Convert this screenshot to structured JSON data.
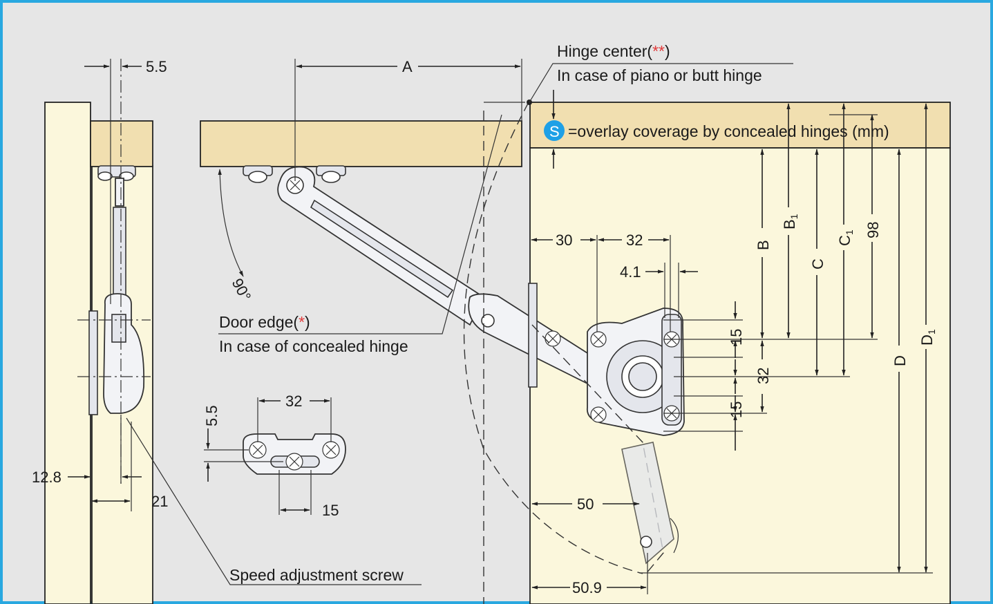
{
  "labels": {
    "hinge_center": "Hinge center(",
    "hinge_center_mark": "**",
    "hinge_center_close": ")",
    "piano_hinge": "In case of piano or butt hinge",
    "door_edge": "Door edge(",
    "door_edge_mark": "*",
    "door_edge_close": ")",
    "concealed_hinge": "In case of concealed hinge",
    "speed_screw": "Speed adjustment screw",
    "s_badge": "S",
    "s_note": "=overlay coverage by concealed hinges (mm)",
    "angle": "90°"
  },
  "dimensions": {
    "d_5_5_top": "5.5",
    "d_A": "A",
    "d_30": "30",
    "d_32_top": "32",
    "d_4_1": "4.1",
    "d_15_upper": "15",
    "d_32_vert": "32",
    "d_15_lower": "15",
    "d_B": "B",
    "d_B1": "B",
    "d_B1_sub": "1",
    "d_C": "C",
    "d_C1": "C",
    "d_C1_sub": "1",
    "d_98": "98",
    "d_D": "D",
    "d_D1": "D",
    "d_D1_sub": "1",
    "d_50": "50",
    "d_50_9": "50.9",
    "d_12_8": "12.8",
    "d_21": "21",
    "d_32_small": "32",
    "d_5_5_small": "5.5",
    "d_15_small": "15"
  },
  "colors": {
    "frame_border": "#29a8e0",
    "background": "#e6e6e6",
    "wood": "#f1dfb0",
    "panel": "#fbf7dc",
    "badge": "#1ea0e6",
    "asterisk": "#e23a3a"
  }
}
